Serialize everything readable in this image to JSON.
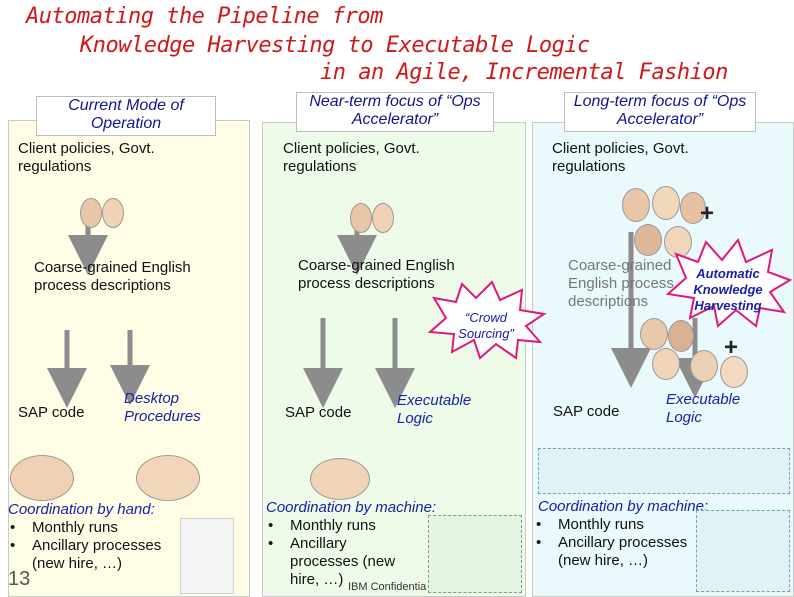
{
  "title": {
    "line1": "Automating the Pipeline from",
    "line2": "Knowledge Harvesting to Executable Logic",
    "line3": "in an Agile, Incremental Fashion"
  },
  "columns": {
    "current": {
      "header": "Current Mode of Operation",
      "policies": "Client policies, Govt. regulations",
      "coarse": "Coarse-grained English process descriptions",
      "sap": "SAP code",
      "desktop": "Desktop Procedures",
      "coord_title": "Coordination by hand:",
      "bullets": [
        "Monthly runs",
        "Ancillary processes (new hire, …)"
      ]
    },
    "near": {
      "header": "Near-term focus of “Ops Accelerator”",
      "policies": "Client policies, Govt. regulations",
      "coarse": "Coarse-grained English process descriptions",
      "crowd": "“Crowd Sourcing”",
      "sap": "SAP code",
      "exec": "Executable Logic",
      "coord_title": "Coordination by machine:",
      "bullets": [
        "Monthly runs",
        "Ancillary processes (new hire, …)"
      ]
    },
    "long": {
      "header": "Long-term focus of “Ops Accelerator”",
      "policies": "Client policies, Govt. regulations",
      "coarse": "Coarse-grained English process descriptions",
      "auto": "Automatic Knowledge Harvesting",
      "sap": "SAP code",
      "exec": "Executable Logic",
      "coord_title": "Coordination by machine:",
      "bullets": [
        "Monthly runs",
        "Ancillary processes (new hire, …)"
      ]
    }
  },
  "footer": {
    "page_number": "13",
    "confidential": "IBM Confidentia"
  },
  "colors": {
    "title": "#d11818",
    "header_text": "#12148f",
    "italic_blue": "#1a20a8",
    "panel_current": "#fffde6",
    "panel_near": "#eefbe9",
    "panel_long": "#e9f9fc",
    "arrow": "#8c8c8c",
    "starburst_stroke": "#e0187a"
  },
  "icons": {
    "plus": "+",
    "people": "face-icon",
    "robots": "robot-arm-icon"
  }
}
